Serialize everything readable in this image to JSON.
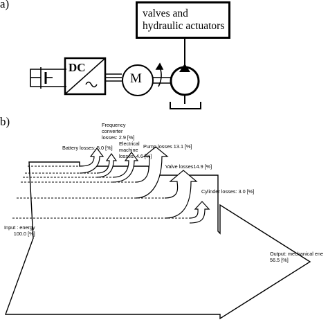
{
  "panels": {
    "a_label": "a)",
    "b_label": "b)"
  },
  "schematic": {
    "valves_line1": "valves and",
    "valves_line2": "hydraulic actuators",
    "dc_label": "DC",
    "motor_label": "M"
  },
  "sankey": {
    "input": {
      "line1": "Input : energy",
      "line2": "100.0 [%]",
      "value": 100.0
    },
    "output": {
      "line1": "Output: mechanical ene",
      "line2": "56.5 [%]",
      "value": 56.5
    },
    "losses": [
      {
        "label": "Battery losses: 5.0 [%]",
        "value": 5.0
      },
      {
        "line1": "Frequency",
        "line2": "converter",
        "line3": "losses: 2.9 [%]",
        "value": 2.9
      },
      {
        "line1": "Electrical",
        "line2": "machine",
        "line3": "losses: 4.6 [%]",
        "value": 4.6
      },
      {
        "label": "Pump losses 13.1 [%]",
        "value": 13.1
      },
      {
        "label": "Valve losses14.9 [%]",
        "value": 14.9
      },
      {
        "label": "Cylinder losses: 3.0 [%]",
        "value": 3.0
      }
    ]
  }
}
